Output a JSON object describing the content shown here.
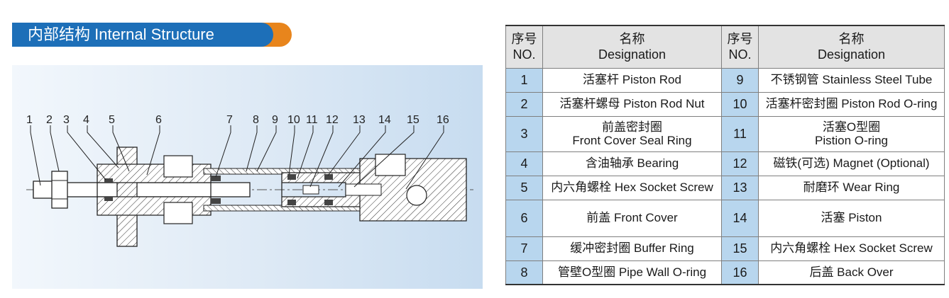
{
  "title": "内部结构 Internal Structure",
  "callouts": [
    "1",
    "2",
    "3",
    "4",
    "5",
    "6",
    "7",
    "8",
    "9",
    "10",
    "11",
    "12",
    "13",
    "14",
    "15",
    "16"
  ],
  "table": {
    "header": {
      "no_cn": "序号",
      "no_en": "NO.",
      "name_cn": "名称",
      "name_en": "Designation"
    },
    "rows": [
      {
        "no_l": "1",
        "desc_l": "活塞杆 Piston Rod",
        "no_r": "9",
        "desc_r": "不锈钢管 Stainless Steel Tube"
      },
      {
        "no_l": "2",
        "desc_l": "活塞杆螺母 Piston Rod Nut",
        "no_r": "10",
        "desc_r": "活塞杆密封圈 Piston Rod O-ring"
      },
      {
        "no_l": "3",
        "desc_l1": "前盖密封圈",
        "desc_l2": "Front Cover Seal Ring",
        "no_r": "11",
        "desc_r1": "活塞O型圈",
        "desc_r2": "Pistion O-ring"
      },
      {
        "no_l": "4",
        "desc_l": "含油轴承 Bearing",
        "no_r": "12",
        "desc_r": "磁铁(可选) Magnet (Optional)"
      },
      {
        "no_l": "5",
        "desc_l": "内六角螺栓 Hex Socket Screw",
        "no_r": "13",
        "desc_r": "耐磨环 Wear Ring"
      },
      {
        "no_l": "6",
        "desc_l": "前盖 Front Cover",
        "no_r": "14",
        "desc_r": "活塞 Piston"
      },
      {
        "no_l": "7",
        "desc_l": "缓冲密封圈 Buffer Ring",
        "no_r": "15",
        "desc_r": "内六角螺栓 Hex Socket Screw"
      },
      {
        "no_l": "8",
        "desc_l": "管壁O型圈 Pipe Wall O-ring",
        "no_r": "16",
        "desc_r": "后盖 Back Over"
      }
    ]
  },
  "colors": {
    "title_blue": "#1d6fb8",
    "title_orange": "#e8851c",
    "no_cell": "#b8d6ee",
    "header_bg": "#e3e3e3"
  }
}
